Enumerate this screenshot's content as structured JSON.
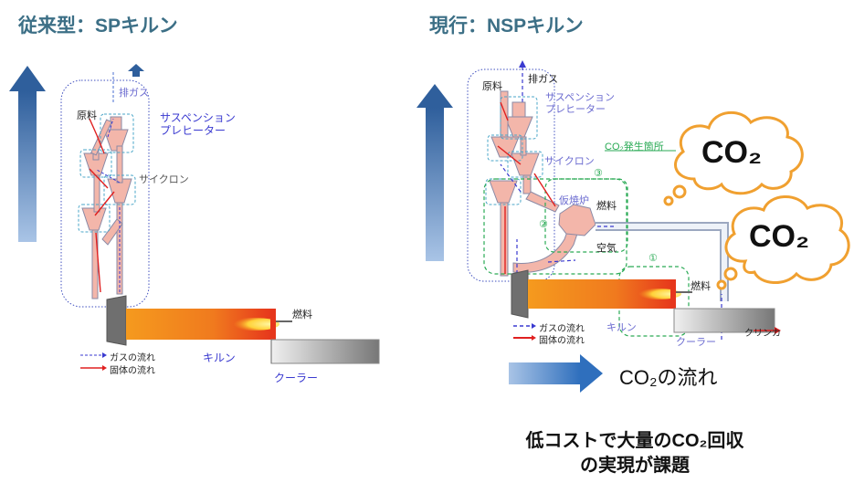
{
  "left": {
    "title": "従来型：SPキルン",
    "labels": {
      "exhaust": "排ガス",
      "raw": "原料",
      "preheater": "サスペンション\nプレヒーター",
      "cyclone": "サイクロン",
      "fuel": "燃料",
      "kiln": "キルン",
      "cooler": "クーラー",
      "gas_flow": "ガスの流れ",
      "solid_flow": "固体の流れ"
    }
  },
  "right": {
    "title": "現行：NSPキルン",
    "labels": {
      "exhaust": "排ガス",
      "raw": "原料",
      "preheater": "サスペンション\nプレヒーター",
      "cyclone": "サイクロン",
      "co2_source": "CO₂発生箇所",
      "calciner": "仮焼炉",
      "fuel_calciner": "燃料",
      "air": "空気",
      "fuel_kiln": "燃料",
      "kiln": "キルン",
      "cooler": "クーラー",
      "clinker": "クリンカ",
      "gas_flow": "ガスの流れ",
      "solid_flow": "固体の流れ",
      "num1": "①",
      "num2": "②",
      "num3": "③"
    },
    "clouds": [
      "CO₂",
      "CO₂"
    ],
    "co2_flow": "CO₂の流れ",
    "bottom": "低コストで大量のCO₂回収\nの実現が課題"
  }
}
